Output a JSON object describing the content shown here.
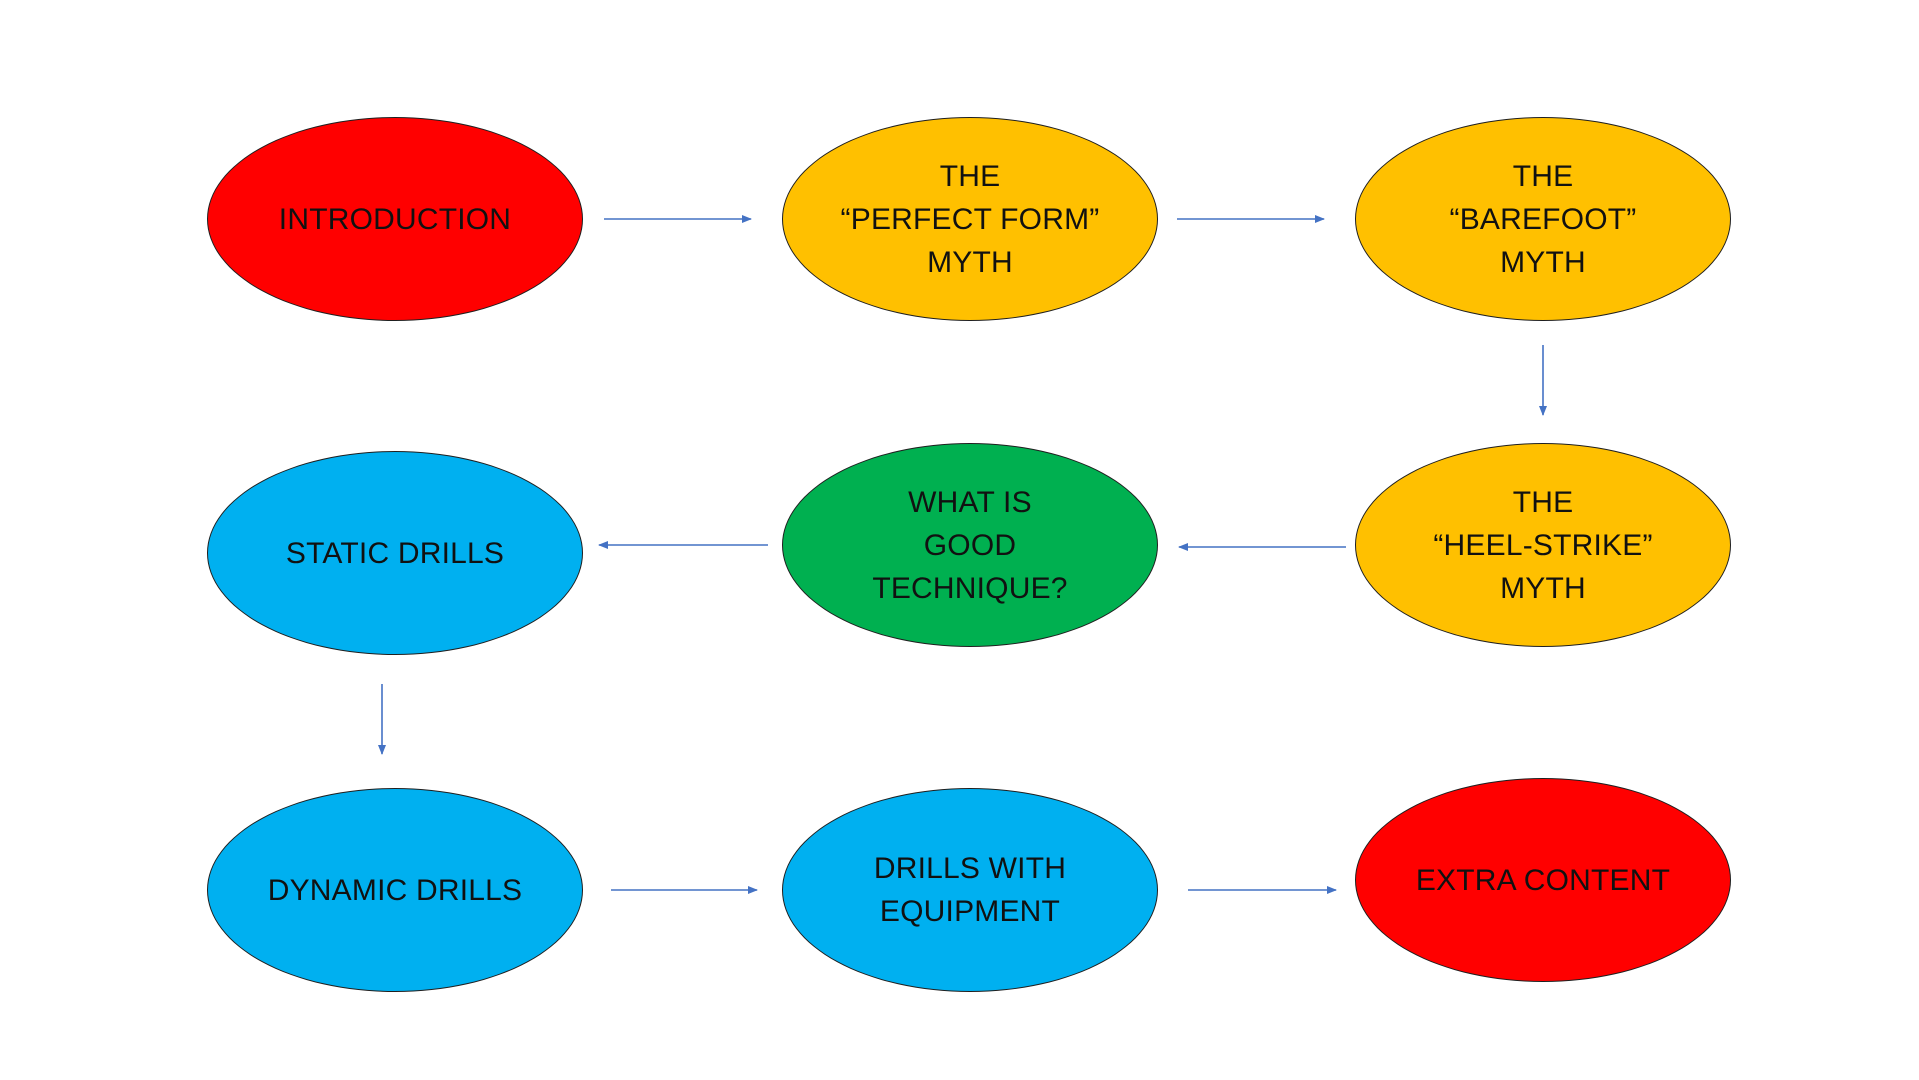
{
  "colors": {
    "red": "#ff0000",
    "amber": "#ffc000",
    "green": "#00b050",
    "blue": "#00b0f0",
    "arrow": "#4472c4"
  },
  "nodes": [
    {
      "id": "introduction",
      "color": "red",
      "lines": [
        "INTRODUCTION"
      ]
    },
    {
      "id": "perfect-form",
      "color": "amber",
      "lines": [
        "THE",
        "“PERFECT FORM”",
        "MYTH"
      ]
    },
    {
      "id": "barefoot",
      "color": "amber",
      "lines": [
        "THE",
        "“BAREFOOT”",
        "MYTH"
      ]
    },
    {
      "id": "heel-strike",
      "color": "amber",
      "lines": [
        "THE",
        "“HEEL-STRIKE”",
        "MYTH"
      ]
    },
    {
      "id": "good-technique",
      "color": "green",
      "lines": [
        "WHAT IS",
        "GOOD",
        "TECHNIQUE?"
      ]
    },
    {
      "id": "static-drills",
      "color": "blue",
      "lines": [
        "STATIC DRILLS"
      ]
    },
    {
      "id": "dynamic-drills",
      "color": "blue",
      "lines": [
        "DYNAMIC DRILLS"
      ]
    },
    {
      "id": "drills-equipment",
      "color": "blue",
      "lines": [
        "DRILLS WITH",
        "EQUIPMENT"
      ]
    },
    {
      "id": "extra-content",
      "color": "red",
      "lines": [
        "EXTRA CONTENT"
      ]
    }
  ],
  "edges": [
    {
      "from": "introduction",
      "to": "perfect-form"
    },
    {
      "from": "perfect-form",
      "to": "barefoot"
    },
    {
      "from": "barefoot",
      "to": "heel-strike"
    },
    {
      "from": "heel-strike",
      "to": "good-technique"
    },
    {
      "from": "good-technique",
      "to": "static-drills"
    },
    {
      "from": "static-drills",
      "to": "dynamic-drills"
    },
    {
      "from": "dynamic-drills",
      "to": "drills-equipment"
    },
    {
      "from": "drills-equipment",
      "to": "extra-content"
    }
  ]
}
